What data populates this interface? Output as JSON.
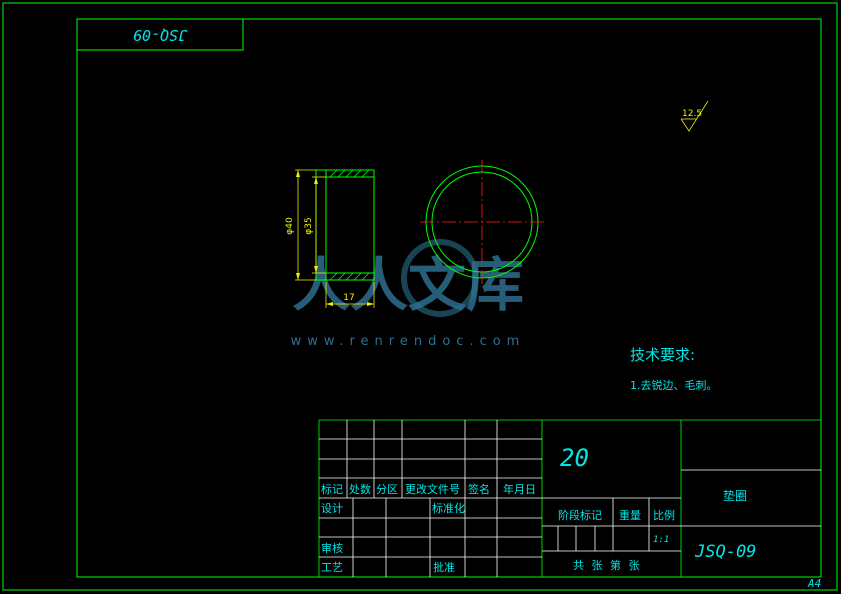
{
  "header_box": {
    "code": "JSQ-09"
  },
  "title_block": {
    "material": "20",
    "part_name": "垫圈",
    "drawing_number": "JSQ-09",
    "scale": "1:1",
    "sheet_info": "共 张 第 张",
    "row_labels": {
      "mark": "标记",
      "count": "处数",
      "zone": "分区",
      "change_doc": "更改文件号",
      "signature": "签名",
      "date": "年月日",
      "design": "设计",
      "standardize": "标准化",
      "review": "审核",
      "process": "工艺",
      "approve": "批准",
      "stage_mark": "阶段标记",
      "weight": "重量",
      "scale_label": "比例"
    }
  },
  "tech_req": {
    "title": "技术要求:",
    "item": "1.去锐边、毛刺。"
  },
  "dimensions": {
    "outer_dia": "φ40",
    "inner_dia": "φ35",
    "length": "17",
    "roughness": "12.5"
  },
  "corner_label": "A4",
  "watermark": {
    "text": "人人文库",
    "url": "www.renrendoc.com"
  },
  "colors": {
    "frame": "#00ff00",
    "text": "#00e5e5",
    "dimension": "#f0f000",
    "centerline": "#ff2020",
    "table": "#ffffff"
  }
}
